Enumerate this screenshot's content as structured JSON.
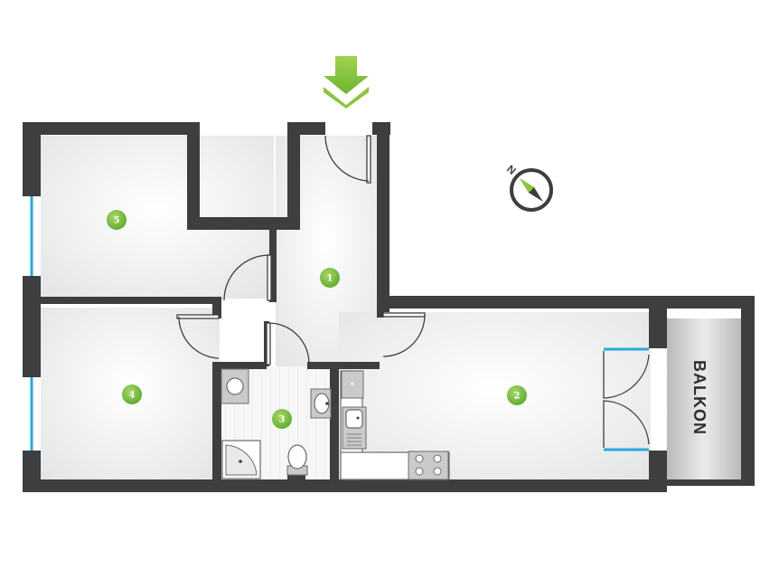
{
  "rooms": [
    {
      "number": "1"
    },
    {
      "number": "2"
    },
    {
      "number": "3"
    },
    {
      "number": "4"
    },
    {
      "number": "5"
    }
  ],
  "balcony_label": "BALKON",
  "compass": {
    "north_label": "N",
    "icon": "compass-icon"
  },
  "entrance": {
    "icon": "entrance-arrow-icon"
  },
  "colors": {
    "wall": "#3d3e40",
    "window": "#2aa7df",
    "marker": "#7cc242",
    "entrance_arrow": "#8cc63f"
  }
}
